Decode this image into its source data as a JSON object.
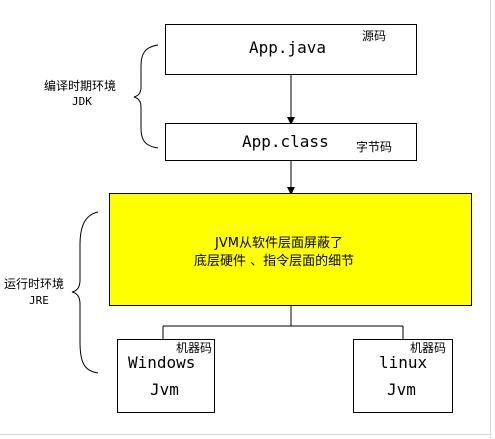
{
  "source_box": {
    "file": "App.java",
    "tag": "源码"
  },
  "class_box": {
    "file": "App.class",
    "tag": "字节码"
  },
  "compile_env": {
    "label": "编译时期环境",
    "abbr": "JDK"
  },
  "runtime_env": {
    "label": "运行时环境",
    "abbr": "JRE"
  },
  "jvm_box": {
    "line1": "JVM从软件层面屏蔽了",
    "line2": "底层硬件 、指令层面的细节",
    "fill": "#ffff00"
  },
  "windows_box": {
    "line1": "Windows",
    "line2": "Jvm",
    "tag": "机器码"
  },
  "linux_box": {
    "line1": "linux",
    "line2": "Jvm",
    "tag": "机器码"
  }
}
